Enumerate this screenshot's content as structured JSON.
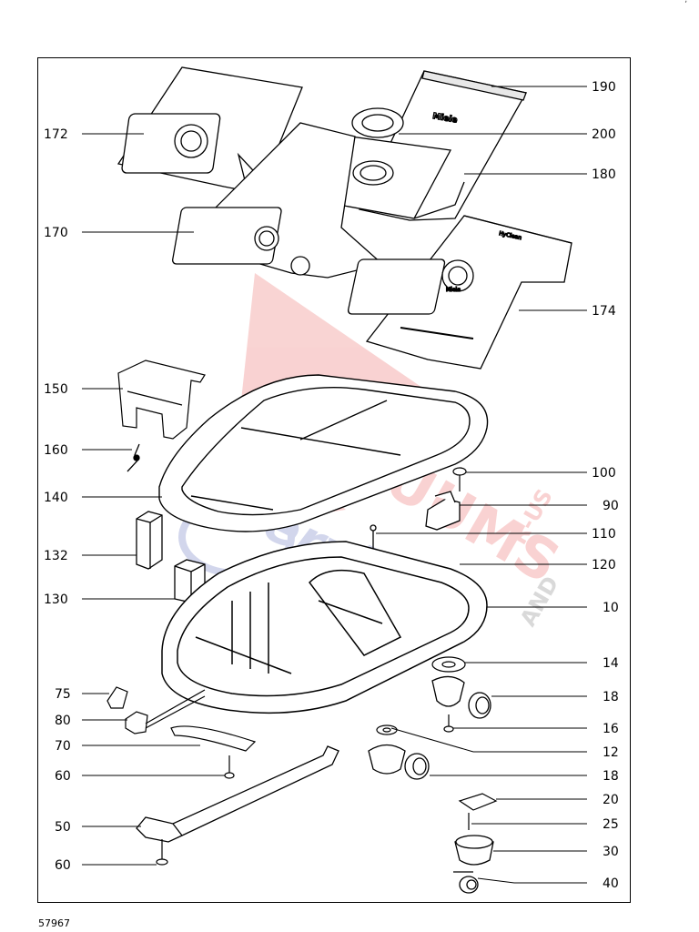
{
  "diagram": {
    "part_labels_left": [
      "172",
      "170",
      "150",
      "160",
      "140",
      "132",
      "130",
      "75",
      "80",
      "70",
      "60",
      "50",
      "60"
    ],
    "part_labels_right": [
      "190",
      "200",
      "180",
      "174",
      "100",
      "90",
      "110",
      "120",
      "10",
      "14",
      "18",
      "16",
      "12",
      "18",
      "20",
      "25",
      "30",
      "40"
    ],
    "document_number": "57967",
    "corner_mark": "ʼ"
  },
  "bag_text": {
    "bag_190_logo": "Miele",
    "bag_174_brand": "HyClean",
    "bag_174_logo": "Miele"
  },
  "watermark": {
    "word1": "VACUUMS",
    "word2": "Service",
    "word3": "R-US",
    "word4": "AND",
    "color_red": "#e53935",
    "color_blue": "#3949ab"
  }
}
